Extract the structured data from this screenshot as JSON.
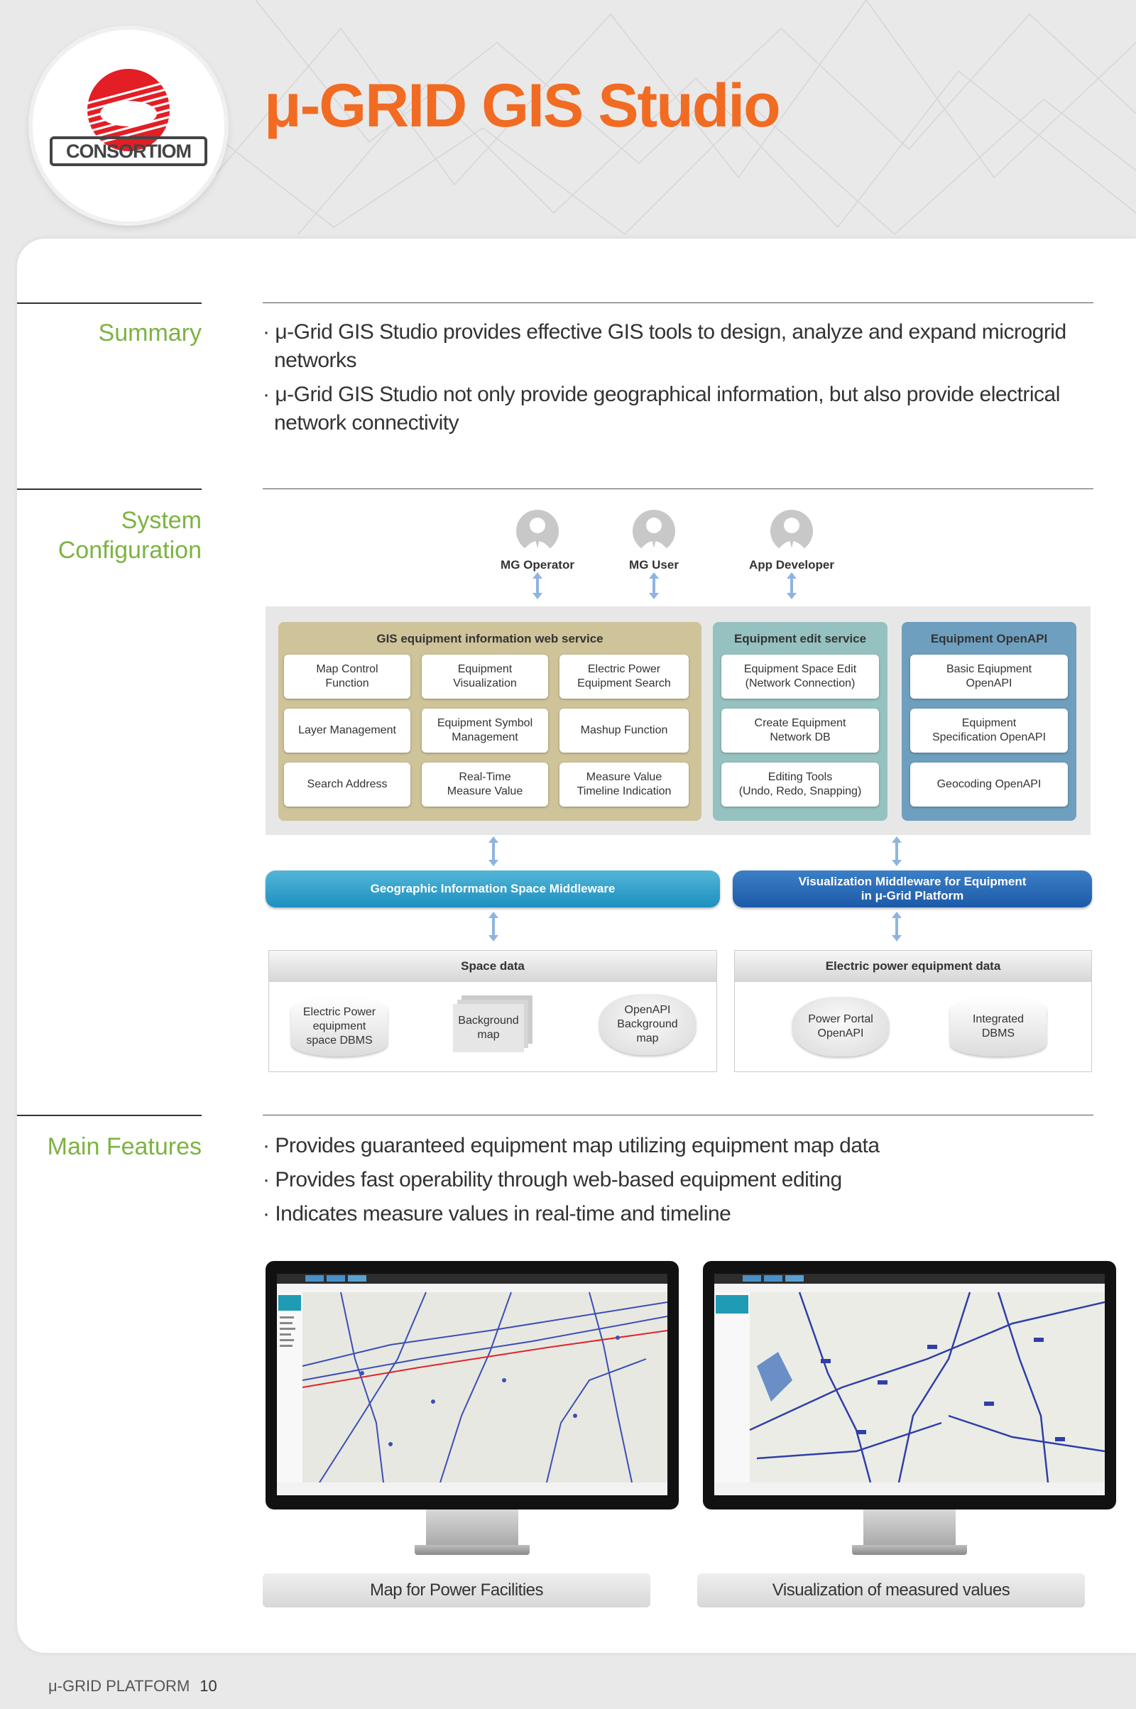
{
  "brand": {
    "logo_text": "CONSORTIOM",
    "accent_color": "#f26b22",
    "label_color": "#7cb342"
  },
  "title": "μ-GRID GIS Studio",
  "summary": {
    "label": "Summary",
    "bullets": [
      "μ-Grid GIS Studio provides effective GIS tools to design, analyze and expand microgrid networks",
      "μ-Grid GIS Studio not only provide geographical information, but also provide electrical network connectivity"
    ]
  },
  "system_configuration": {
    "label_line1": "System",
    "label_line2": "Configuration",
    "users": [
      "MG Operator",
      "MG User",
      "App Developer"
    ],
    "gis_service": {
      "title": "GIS equipment information web service",
      "items": [
        "Map Control\nFunction",
        "Equipment\nVisualization",
        "Electric Power\nEquipment Search",
        "Layer Management",
        "Equipment Symbol\nManagement",
        "Mashup Function",
        "Search Address",
        "Real-Time\nMeasure Value",
        "Measure Value\nTimeline Indication"
      ]
    },
    "edit_service": {
      "title": "Equipment edit service",
      "items": [
        "Equipment Space Edit\n(Network Connection)",
        "Create Equipment\nNetwork DB",
        "Editing Tools\n(Undo, Redo, Snapping)"
      ]
    },
    "openapi": {
      "title": "Equipment OpenAPI",
      "items": [
        "Basic Eqiupment\nOpenAPI",
        "Equipment\nSpecification OpenAPI",
        "Geocoding OpenAPI"
      ]
    },
    "middleware_geo": "Geographic Information Space Middleware",
    "middleware_vis": "Visualization Middleware for Equipment\nin μ-Grid Platform",
    "space_data": {
      "title": "Space data",
      "items": [
        "Electric Power\nequipment\nspace DBMS",
        "Background\nmap",
        "OpenAPI\nBackground\nmap"
      ]
    },
    "power_data": {
      "title": "Electric power equipment data",
      "items": [
        "Power Portal\nOpenAPI",
        "Integrated\nDBMS"
      ]
    }
  },
  "main_features": {
    "label": "Main Features",
    "bullets": [
      "Provides guaranteed equipment map utilizing equipment map data",
      "Provides fast operability through web-based equipment editing",
      "Indicates measure values in real-time and timeline"
    ],
    "captions": [
      "Map for Power Facilities",
      "Visualization of measured values"
    ]
  },
  "footer": {
    "platform": "μ-GRID PLATFORM",
    "page": "10"
  }
}
